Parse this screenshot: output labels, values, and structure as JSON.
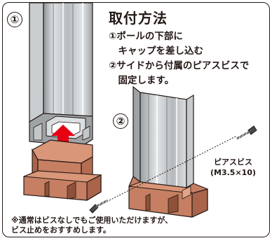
{
  "title": "取付方法",
  "steps": [
    "①ポールの下部に\n　キャップを差し込む",
    "②サイドから付属のピアスビスで\n　固定します。"
  ],
  "badges": {
    "first": "①",
    "second": "②"
  },
  "screw_label": {
    "line1": "ピアスビス",
    "line2": "(M3.5×10)"
  },
  "notes": [
    "※通常はビスなしでもご使用いただけますが、",
    "ビス止めをおすすめします。"
  ],
  "colors": {
    "cap": "#c67f63",
    "cap_shadow": "#a9644a",
    "pole": "#b9bdc0",
    "arrow": "#e60012",
    "outline": "#231815"
  },
  "icons": [
    "pole-illustration",
    "cap-illustration",
    "arrow-up-icon",
    "screw-icon"
  ]
}
